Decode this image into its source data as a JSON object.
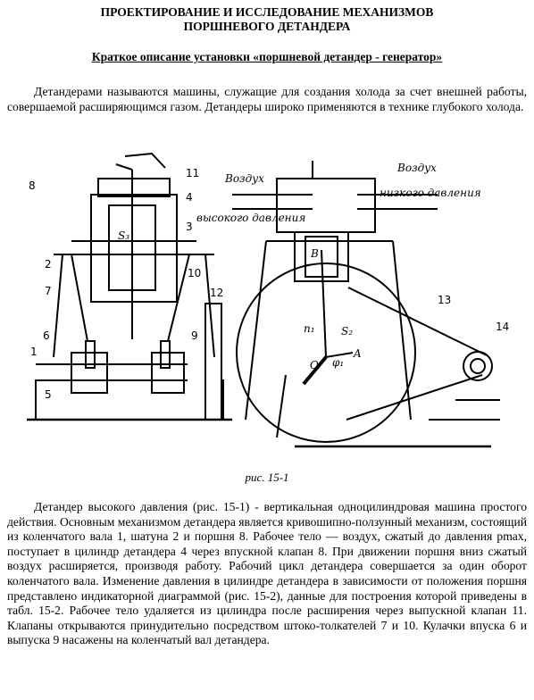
{
  "title_line1": "ПРОЕКТИРОВАНИЕ И ИССЛЕДОВАНИЕ МЕХАНИЗМОВ",
  "title_line2": "ПОРШНЕВОГО ДЕТАНДЕРА",
  "subtitle": "Краткое описание установки «поршневой детандер - генератор»",
  "paragraph1": "Детандерами называются машины, служащие для создания холода за счет внешней работы, совершаемой расширяющимся газом. Детандеры широко применяются в технике глубокого холода.",
  "figure": {
    "caption": "рис. 15-1",
    "labels_left": [
      "8",
      "11",
      "4",
      "3",
      "2",
      "10",
      "7",
      "12",
      "6",
      "9",
      "1",
      "5"
    ],
    "s3": "S₃",
    "air_high_1": "Воздух",
    "air_high_2": "высокого давления",
    "air_low_1": "Воздух",
    "air_low_2": "низкого давления",
    "label_B": "B",
    "label_S2": "S₂",
    "label_A": "A",
    "label_O": "O",
    "label_n1": "n₁",
    "label_phi": "φ₁",
    "label_13": "13",
    "label_14": "14"
  },
  "paragraph2": "Детандер высокого давления (рис. 15-1) - вертикальная одноцилиндровая машина простого действия. Основным механизмом детандера является кривошипно-ползунный механизм, состоящий из коленчатого вала 1, шатуна 2 и поршня 8. Рабочее тело — воздух, сжатый до давления pmax, поступает в цилиндр детандера 4 через впускной клапан 8. При движении поршня вниз сжатый воздух расширяется, производя работу. Рабочий цикл детандера совершается за один оборот коленчатого вала. Изменение давления в цилиндре детандера в зависимости от положения поршня представлено индикаторной диаграммой (рис. 15-2), данные для построения которой приведены в табл. 15-2. Рабочее тело удаляется из цилиндра после расширения через выпускной клапан 11. Клапаны открываются принудительно посредством штоко-толкателей 7 и 10. Кулачки впуска 6 и выпуска 9 насажены на коленчатый вал детандера."
}
